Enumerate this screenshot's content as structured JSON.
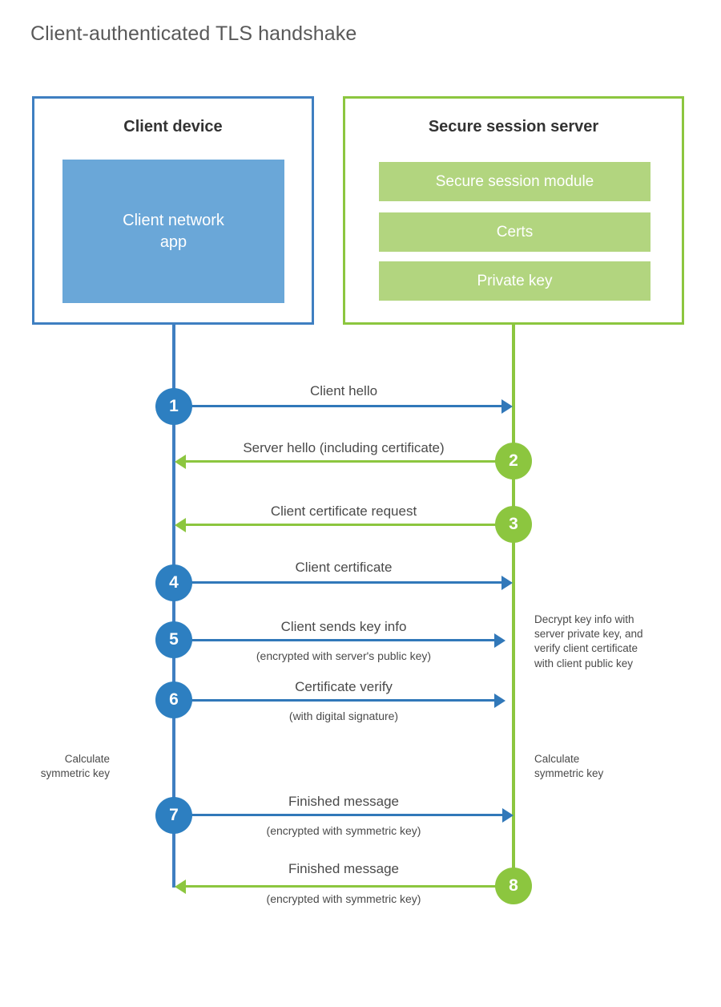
{
  "title": "Client-authenticated TLS handshake",
  "colors": {
    "client_accent": "#3f7fc1",
    "client_circle": "#2d7fc1",
    "client_app_fill": "#6aa7d8",
    "server_accent": "#8cc63f",
    "server_block_fill": "#b2d57f",
    "text": "#4a4a4a",
    "title_text": "#595959",
    "background": "#ffffff"
  },
  "participants": {
    "client": {
      "title": "Client device",
      "blocks": [
        {
          "label": "Client network\napp"
        }
      ]
    },
    "server": {
      "title": "Secure session server",
      "blocks": [
        {
          "label": "Secure session module"
        },
        {
          "label": "Certs"
        },
        {
          "label": "Private key"
        }
      ]
    }
  },
  "steps": [
    {
      "number": "1",
      "origin": "client",
      "direction": "right",
      "label": "Client hello",
      "sub": ""
    },
    {
      "number": "2",
      "origin": "server",
      "direction": "left",
      "label": "Server hello (including certificate)",
      "sub": ""
    },
    {
      "number": "3",
      "origin": "server",
      "direction": "left",
      "label": "Client certificate request",
      "sub": ""
    },
    {
      "number": "4",
      "origin": "client",
      "direction": "right",
      "label": "Client certificate",
      "sub": ""
    },
    {
      "number": "5",
      "origin": "client",
      "direction": "right",
      "label": "Client sends key info",
      "sub": "(encrypted with server's public key)"
    },
    {
      "number": "6",
      "origin": "client",
      "direction": "right",
      "label": "Certificate verify",
      "sub": "(with digital signature)"
    },
    {
      "number": "7",
      "origin": "client",
      "direction": "right",
      "label": "Finished message",
      "sub": "(encrypted with symmetric key)"
    },
    {
      "number": "8",
      "origin": "server",
      "direction": "left",
      "label": "Finished message",
      "sub": "(encrypted with symmetric key)"
    }
  ],
  "annotations": {
    "server_decrypt": "Decrypt key info with\nserver private key, and\nverify client certificate\nwith client public key",
    "client_calculate": "Calculate\nsymmetric key",
    "server_calculate": "Calculate\nsymmetric key"
  }
}
